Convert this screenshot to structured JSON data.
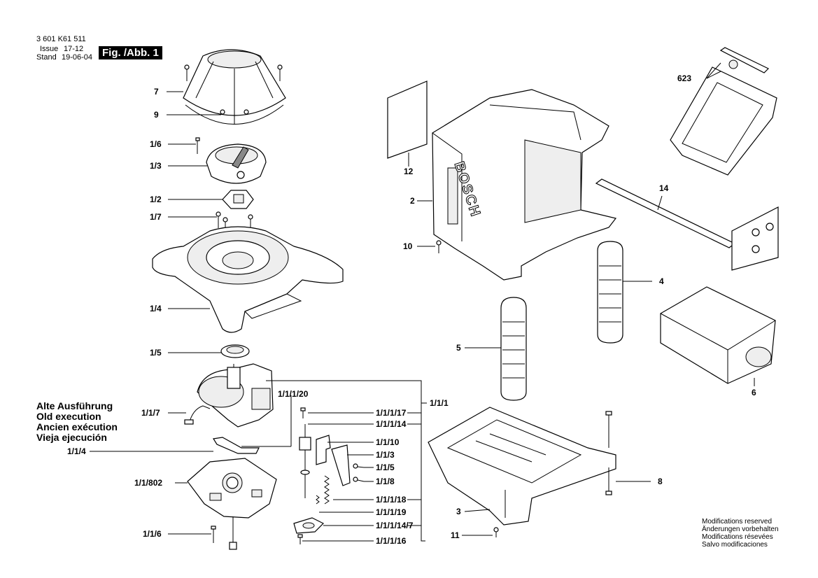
{
  "header": {
    "part_number": "3 601 K61 511",
    "issue_label": "Issue",
    "issue_value": "17-12",
    "stand_label": "Stand",
    "stand_value": "19-06-04",
    "figure_label": "Fig. /Abb. 1"
  },
  "brand": "BOSCH",
  "callouts": {
    "c7": "7",
    "c9": "9",
    "c1_6a": "1/6",
    "c1_3": "1/3",
    "c1_2": "1/2",
    "c1_7": "1/7",
    "c1_4": "1/4",
    "c1_5": "1/5",
    "c1_1_7": "1/1/7",
    "c1_1_4": "1/1/4",
    "c1_1_802": "1/1/802",
    "c1_1_6": "1/1/6",
    "c1_1_1_20": "1/1/1/20",
    "c1_1_1_17": "1/1/1/17",
    "c1_1_1_14": "1/1/1/14",
    "c1_1_10": "1/1/10",
    "c1_1_3": "1/1/3",
    "c1_1_5": "1/1/5",
    "c1_1_8": "1/1/8",
    "c1_1_1_18": "1/1/1/18",
    "c1_1_1_19": "1/1/1/19",
    "c1_1_1_14_7": "1/1/1/14/7",
    "c1_1_1_16": "1/1/1/16",
    "c1_1_1": "1/1/1",
    "c12": "12",
    "c2": "2",
    "c10": "10",
    "c5": "5",
    "c4": "4",
    "c14": "14",
    "c623": "623",
    "c6": "6",
    "c3": "3",
    "c8": "8",
    "c11": "11"
  },
  "legacy_note": [
    "Alte Ausführung",
    "Old execution",
    "Ancien exécution",
    "Vieja ejecución"
  ],
  "modifications": [
    "Modifications reserved",
    "Änderungen vorbehalten",
    "Modifications résevées",
    "Salvo modificaciones"
  ]
}
